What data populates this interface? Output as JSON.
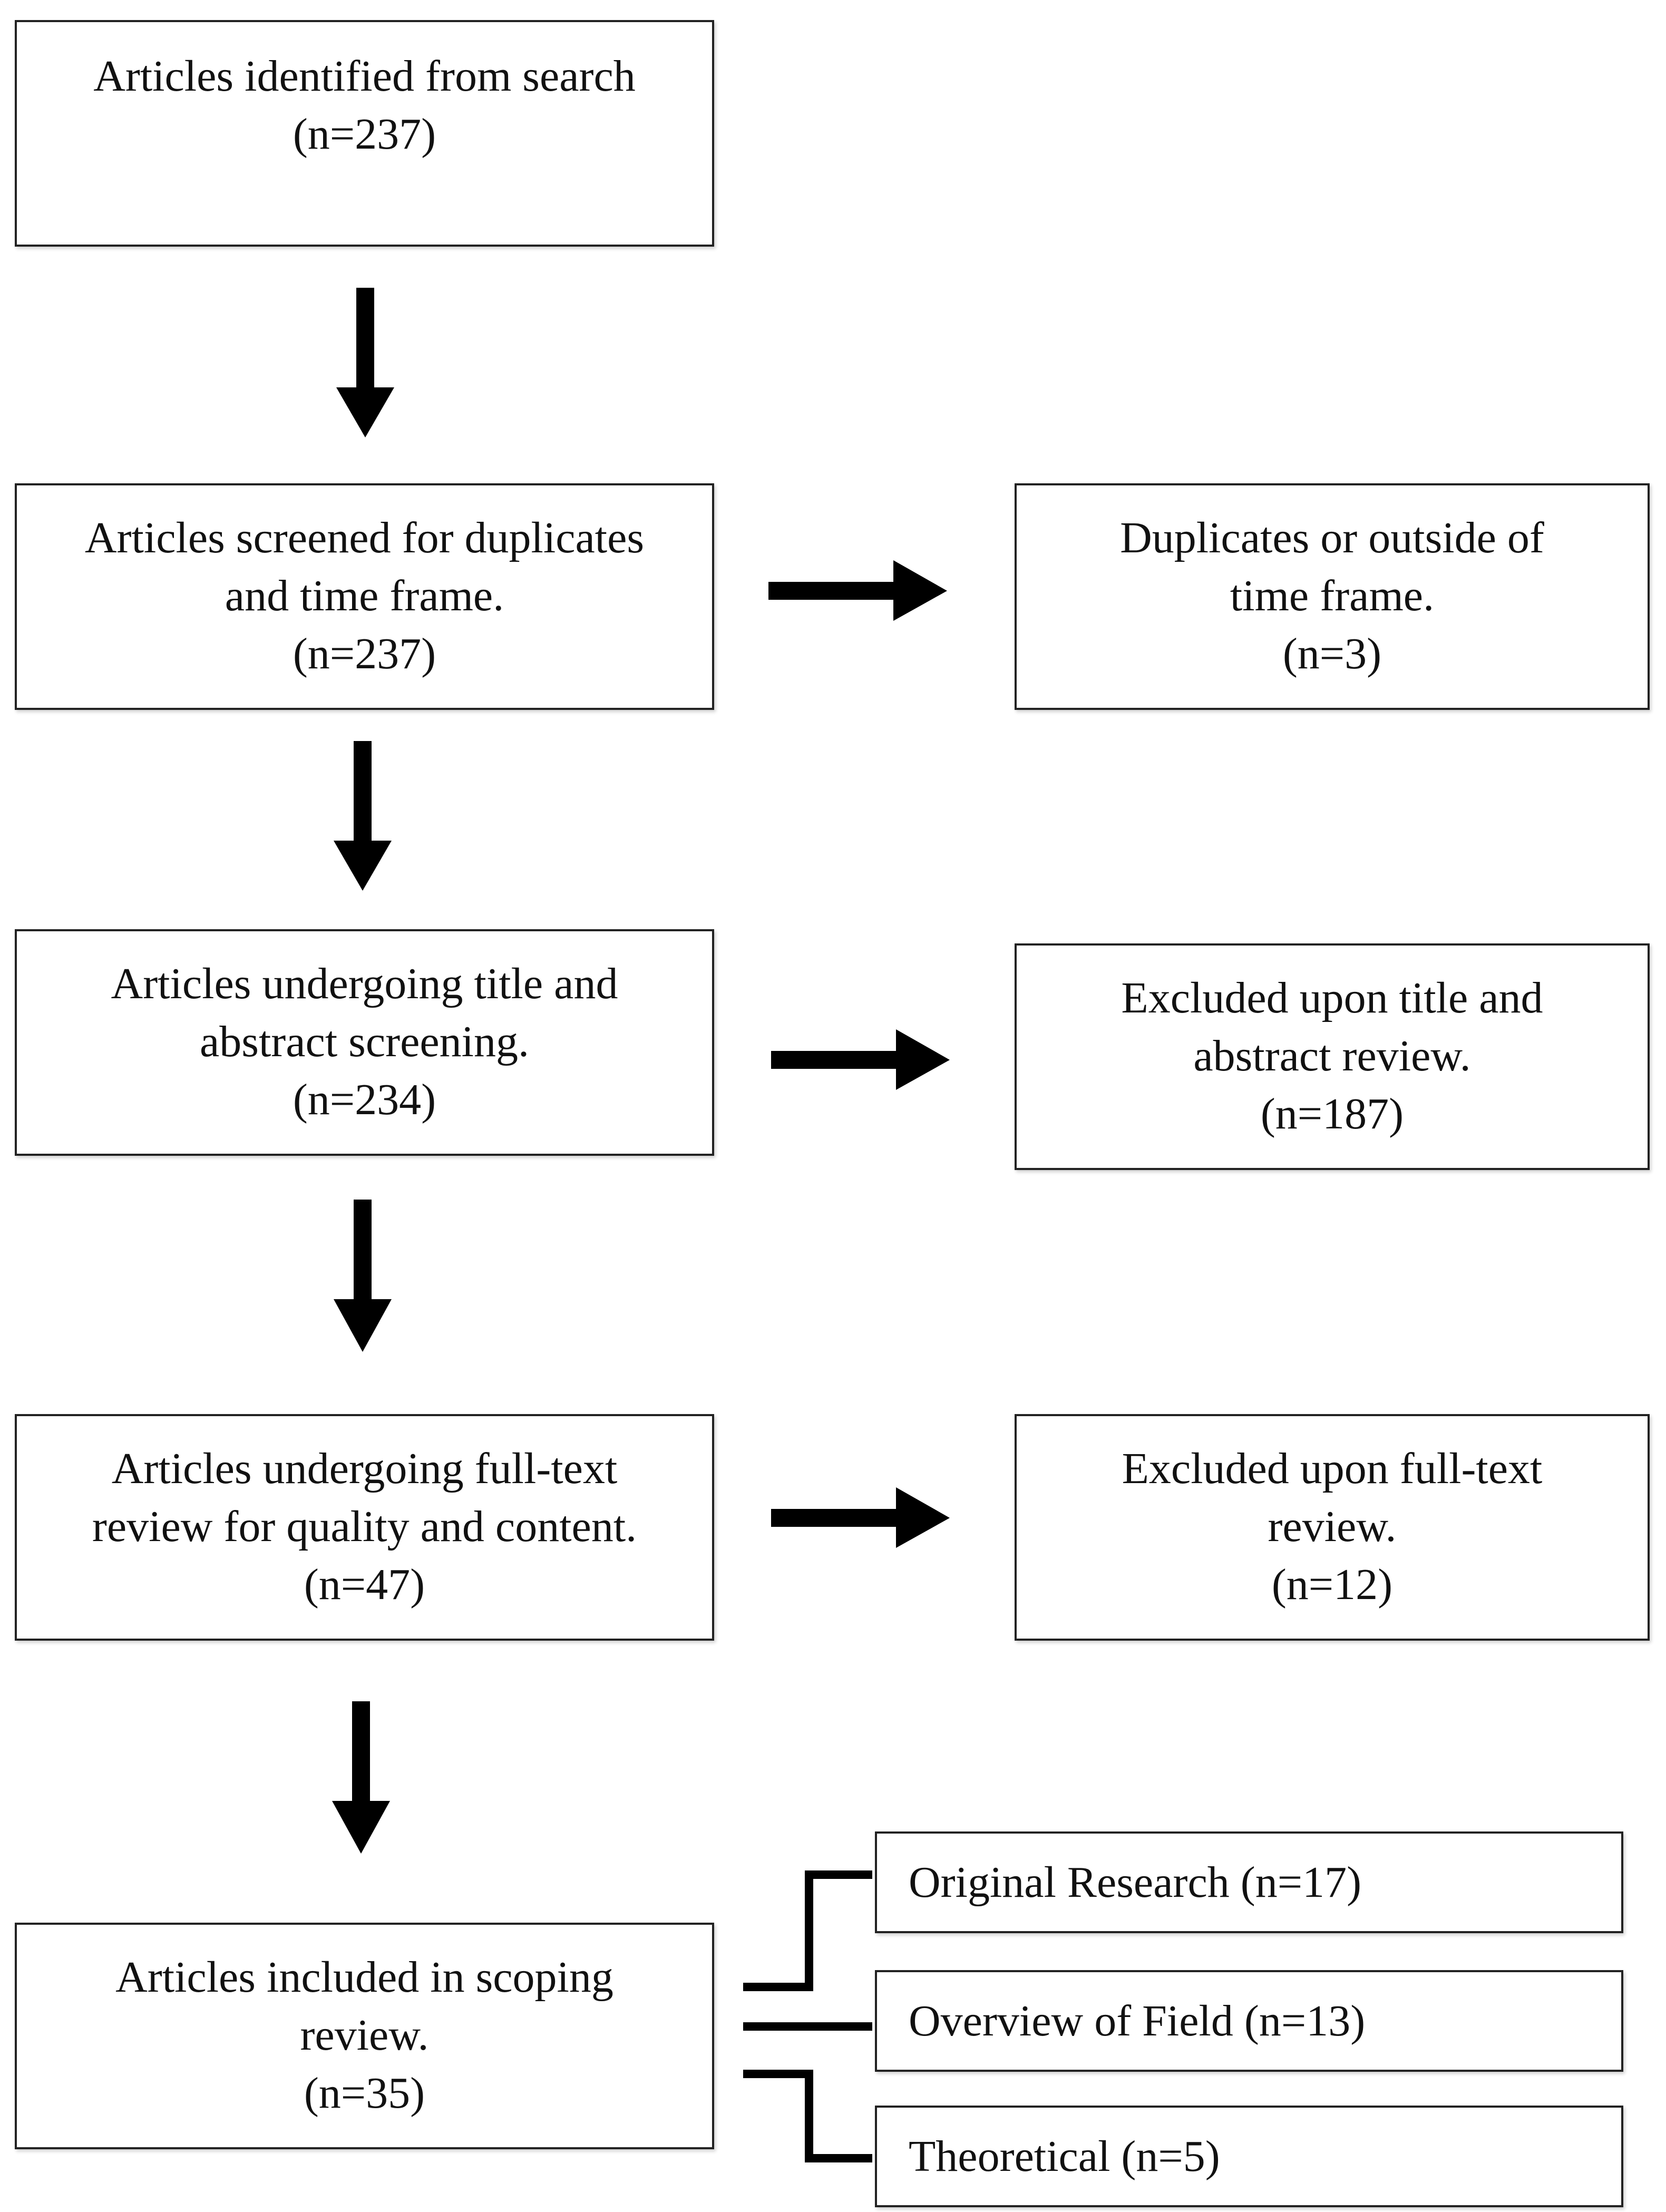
{
  "nodes": [
    {
      "id": "identified",
      "lines": [
        "Articles identified from search",
        "(n=237)"
      ]
    },
    {
      "id": "screened",
      "lines": [
        "Articles screened for duplicates",
        "and time frame.",
        "(n=237)"
      ]
    },
    {
      "id": "duplicates",
      "lines": [
        "Duplicates or outside of",
        "time frame.",
        "(n=3)"
      ]
    },
    {
      "id": "title-abstract",
      "lines": [
        "Articles undergoing title and",
        "abstract screening.",
        "(n=234)"
      ]
    },
    {
      "id": "excluded-title",
      "lines": [
        "Excluded upon title and",
        "abstract review.",
        "(n=187)"
      ]
    },
    {
      "id": "full-text",
      "lines": [
        "Articles undergoing full-text",
        "review for quality and content.",
        "(n=47)"
      ]
    },
    {
      "id": "excluded-full",
      "lines": [
        "Excluded upon full-text",
        "review.",
        "(n=12)"
      ]
    },
    {
      "id": "included",
      "lines": [
        "Articles included in scoping",
        "review.",
        "(n=35)"
      ]
    }
  ],
  "categories": [
    {
      "id": "original-research",
      "label": "Original Research (n=17)"
    },
    {
      "id": "overview-field",
      "label": "Overview of Field (n=13)"
    },
    {
      "id": "theoretical",
      "label": "Theoretical (n=5)"
    }
  ]
}
